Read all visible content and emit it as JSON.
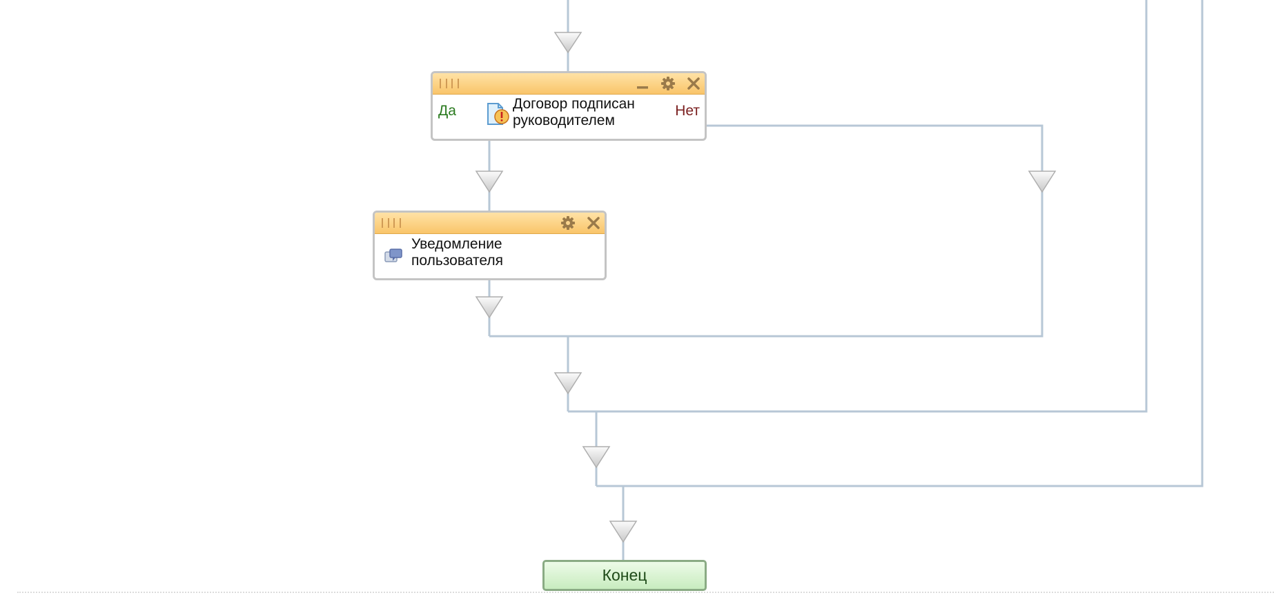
{
  "colors": {
    "connector": "#b7c7d6",
    "header": "#f9c56a",
    "label_yes": "#2a7a1f",
    "label_no": "#7a1f1f",
    "end_fill": "#d8f3d0"
  },
  "condition_block": {
    "title": "Договор подписан\nруководителем",
    "yes_label": "Да",
    "no_label": "Нет",
    "icon": "document-warning-icon",
    "header_icons": [
      "grip-icon",
      "minimize-icon",
      "gear-icon",
      "close-icon"
    ]
  },
  "action_block": {
    "title": "Уведомление\nпользователя",
    "icon": "user-message-icon",
    "header_icons": [
      "grip-icon",
      "gear-icon",
      "close-icon"
    ]
  },
  "end_block": {
    "label": "Конец"
  }
}
